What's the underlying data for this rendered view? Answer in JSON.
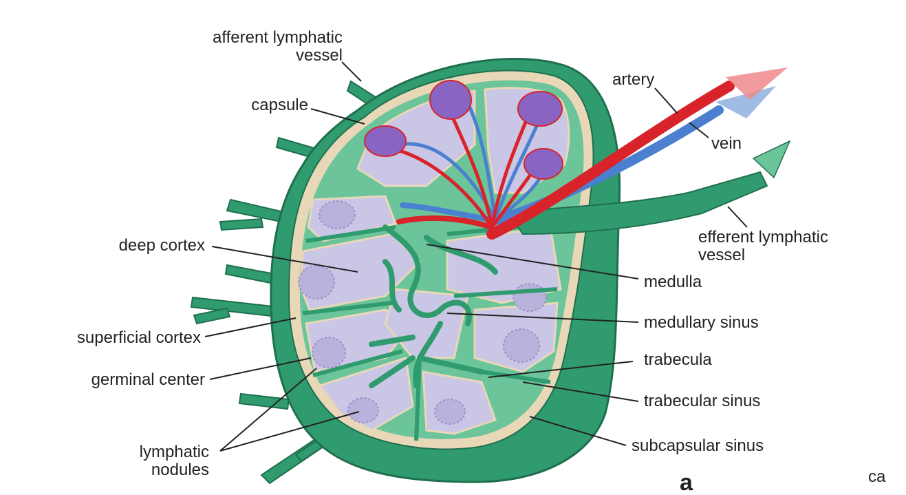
{
  "colors": {
    "green_tissue": "#2f9b6e",
    "green_light": "#6cc49a",
    "capsule_edge": "#e9d8b8",
    "parenchyma": "#c9c6e6",
    "artery": "#d8232a",
    "vein": "#4b7fd0",
    "nodule": "#a89cc9"
  },
  "labels": {
    "afferent_1": "afferent lymphatic",
    "afferent_2": "vessel",
    "capsule": "capsule",
    "artery": "artery",
    "vein": "vein",
    "efferent_1": "efferent lymphatic",
    "efferent_2": "vessel",
    "deep_cortex": "deep cortex",
    "medulla": "medulla",
    "medullary_sinus": "medullary sinus",
    "superficial_cortex": "superficial cortex",
    "trabecula": "trabecula",
    "germinal_center": "germinal center",
    "trabecular_sinus": "trabecular sinus",
    "lymphatic_1": "lymphatic",
    "lymphatic_2": "nodules",
    "subcapsular_sinus": "subcapsular sinus",
    "panel_letter": "a",
    "cut_text": "ca"
  }
}
